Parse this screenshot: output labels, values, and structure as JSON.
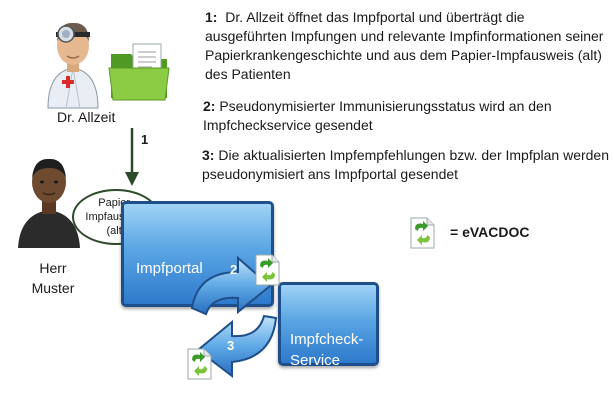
{
  "steps": [
    {
      "num": "1:",
      "text": "Dr. Allzeit öffnet das Impfportal und überträgt die ausgeführten Impfungen und relevante Impfinformationen seiner Papierkrankengeschichte und aus dem Papier-Impfausweis (alt) des Patienten"
    },
    {
      "num": "2:",
      "text": "Pseudonymisierter Immunisierungsstatus wird an den Impfcheckservice gesendet"
    },
    {
      "num": "3:",
      "text": "Die aktualisierten Impfempfehlungen bzw. der Impfplan werden pseudonymisiert ans Impfportal gesendet"
    }
  ],
  "doctor": {
    "label": "Dr. Allzeit"
  },
  "patient": {
    "label": "Herr Muster"
  },
  "arrow": {
    "label": "1"
  },
  "paper_bubble": {
    "label": "Papier-\nImpfausweis\n(alt)"
  },
  "impfportal": {
    "label": "Impfportal"
  },
  "impfcheck": {
    "label": "Impfcheck-\nService"
  },
  "cycle": {
    "step2": "2",
    "step3": "3"
  },
  "legend": {
    "label": "= eVACDOC",
    "icon": "evacdoc-document-icon"
  },
  "colors": {
    "box_blue": "#2f79cc",
    "box_border": "#1f4f8a",
    "arrow_green": "#2d6a1e",
    "folder_green": "#7bbf3a",
    "doc_arrow_green": "#3a9a2a"
  }
}
